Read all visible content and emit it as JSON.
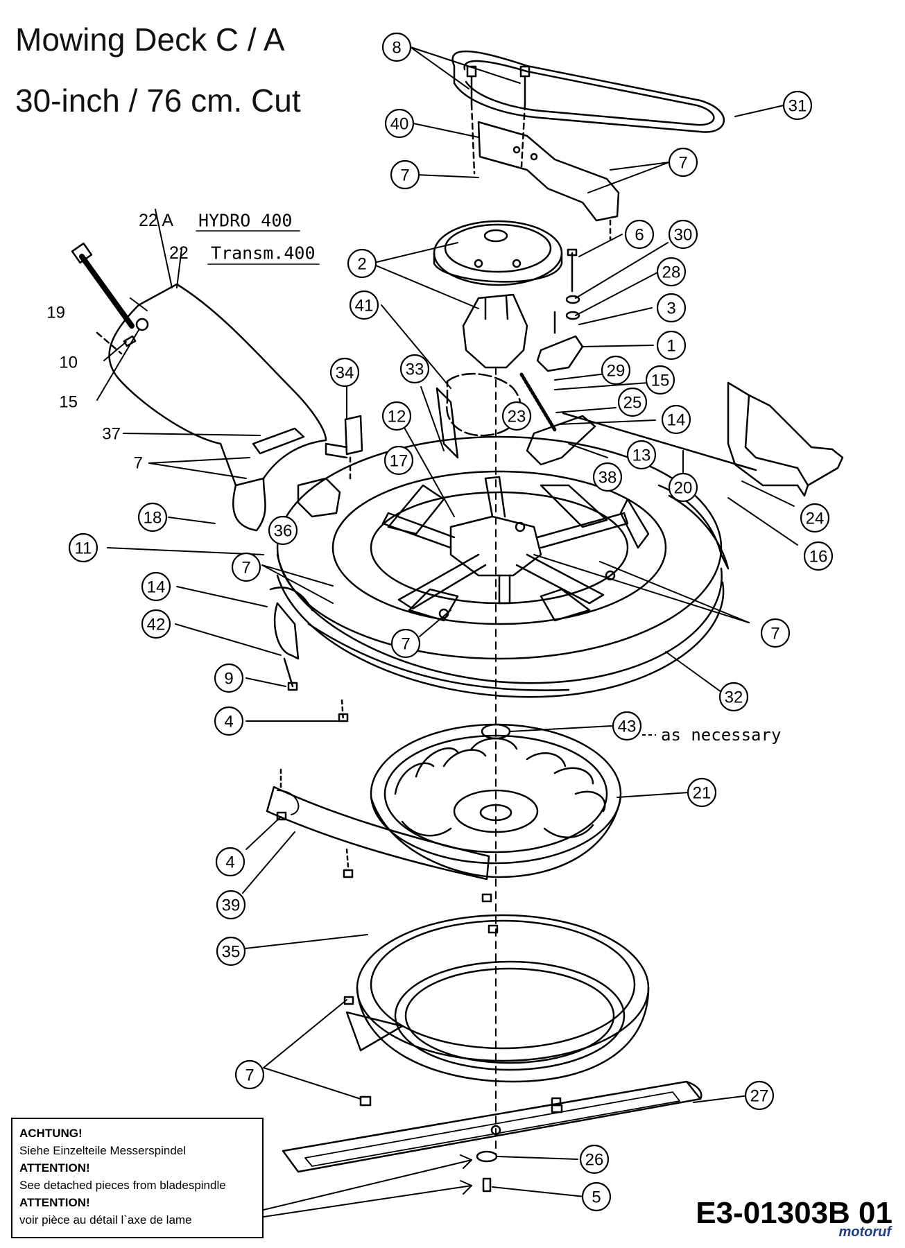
{
  "title_line1": "Mowing Deck  C / A",
  "title_line2": "30-inch / 76 cm. Cut",
  "variant_22a_num": "22 A",
  "variant_22a_name": "HYDRO 400",
  "variant_22_num": "22",
  "variant_22_name": "Transm.400",
  "note_43": "as necessary",
  "notice": {
    "de_head": "ACHTUNG!",
    "de_body": "Siehe Einzelteile Messerspindel",
    "en_head": "ATTENTION!",
    "en_body": "See detached pieces from bladespindle",
    "fr_head": "ATTENTION!",
    "fr_body": "voir pièce au détail l`axe de lame"
  },
  "drawing_code": "E3-01303B 01",
  "watermark": "motoruf",
  "callouts": [
    {
      "id": "c8",
      "label": "8"
    },
    {
      "id": "c31",
      "label": "31"
    },
    {
      "id": "c40",
      "label": "40"
    },
    {
      "id": "c7a",
      "label": "7"
    },
    {
      "id": "c7b",
      "label": "7"
    },
    {
      "id": "c6",
      "label": "6"
    },
    {
      "id": "c30",
      "label": "30"
    },
    {
      "id": "c2",
      "label": "2"
    },
    {
      "id": "c28",
      "label": "28"
    },
    {
      "id": "c41",
      "label": "41"
    },
    {
      "id": "c3",
      "label": "3"
    },
    {
      "id": "c1",
      "label": "1"
    },
    {
      "id": "c34",
      "label": "34"
    },
    {
      "id": "c33",
      "label": "33"
    },
    {
      "id": "c29",
      "label": "29"
    },
    {
      "id": "c15b",
      "label": "15"
    },
    {
      "id": "c25",
      "label": "25"
    },
    {
      "id": "c12",
      "label": "12"
    },
    {
      "id": "c23",
      "label": "23"
    },
    {
      "id": "c14b",
      "label": "14"
    },
    {
      "id": "c17",
      "label": "17"
    },
    {
      "id": "c13",
      "label": "13"
    },
    {
      "id": "c38",
      "label": "38"
    },
    {
      "id": "c20",
      "label": "20"
    },
    {
      "id": "c24",
      "label": "24"
    },
    {
      "id": "c16",
      "label": "16"
    },
    {
      "id": "c18",
      "label": "18"
    },
    {
      "id": "c36",
      "label": "36"
    },
    {
      "id": "c11",
      "label": "11"
    },
    {
      "id": "c7c",
      "label": "7"
    },
    {
      "id": "c14a",
      "label": "14"
    },
    {
      "id": "c42",
      "label": "42"
    },
    {
      "id": "c7d",
      "label": "7"
    },
    {
      "id": "c7e",
      "label": "7"
    },
    {
      "id": "c9",
      "label": "9"
    },
    {
      "id": "c32",
      "label": "32"
    },
    {
      "id": "c4a",
      "label": "4"
    },
    {
      "id": "c43",
      "label": "43"
    },
    {
      "id": "c21",
      "label": "21"
    },
    {
      "id": "c4b",
      "label": "4"
    },
    {
      "id": "c39",
      "label": "39"
    },
    {
      "id": "c35",
      "label": "35"
    },
    {
      "id": "c7f",
      "label": "7"
    },
    {
      "id": "c27",
      "label": "27"
    },
    {
      "id": "c26",
      "label": "26"
    },
    {
      "id": "c5",
      "label": "5"
    }
  ],
  "plain_labels": [
    {
      "id": "p19",
      "label": "19"
    },
    {
      "id": "p10",
      "label": "10"
    },
    {
      "id": "p15",
      "label": "15"
    },
    {
      "id": "p37",
      "label": "37"
    },
    {
      "id": "p7",
      "label": "7"
    }
  ]
}
